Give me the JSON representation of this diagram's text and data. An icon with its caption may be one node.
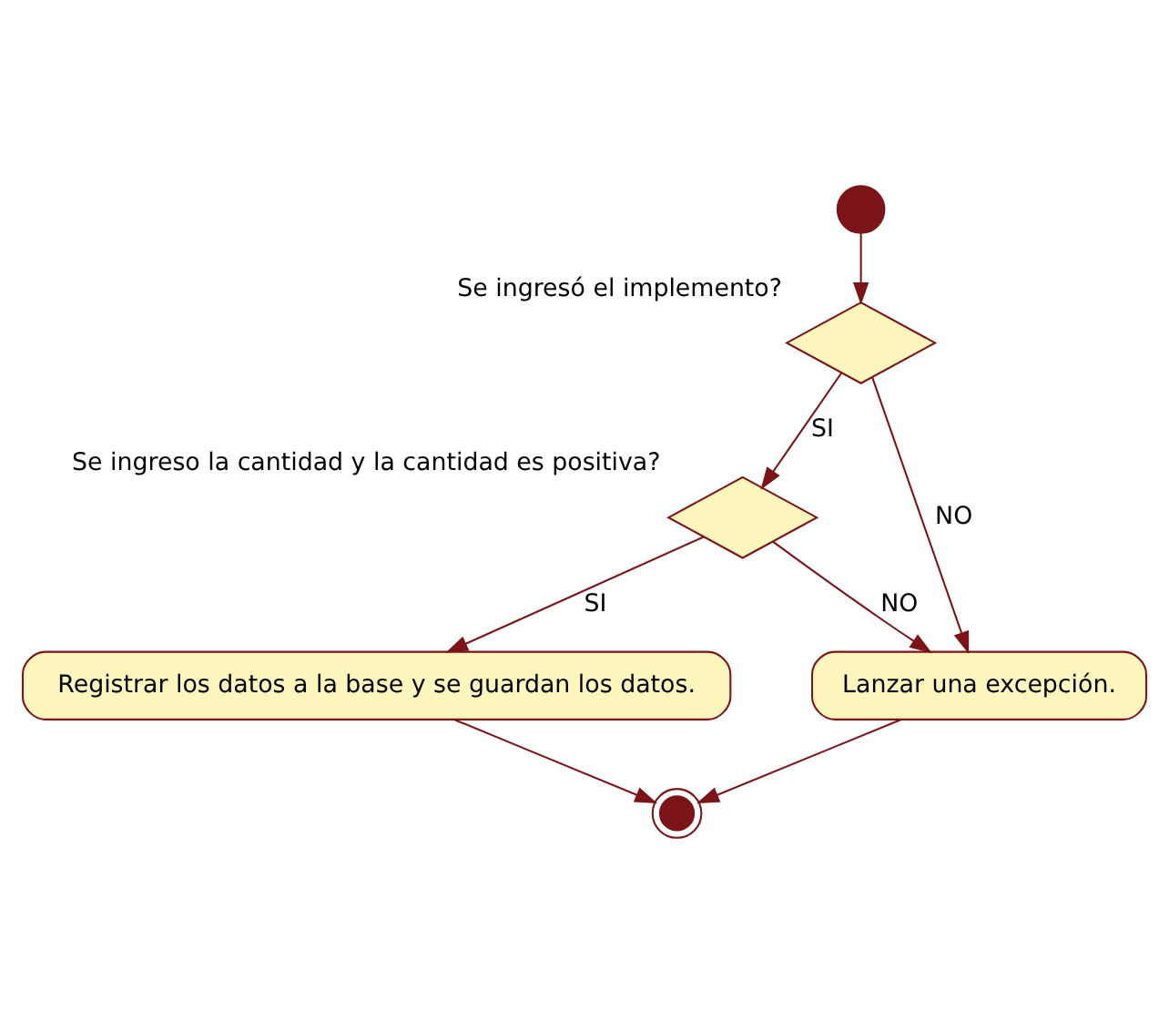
{
  "diagram": {
    "nodes": [
      {
        "text": [],
        "shape": "circle"
      },
      {
        "text": [],
        "shape": "diamond",
        "beside": [
          "Se ingresó el implemento?"
        ]
      },
      {
        "text": [],
        "shape": "diamond",
        "beside": [
          "Se ingreso la cantidad y la cantidad es positiva?"
        ]
      },
      {
        "text": [
          "Lanzar una excepción."
        ]
      },
      {
        "text": [
          "Registrar los datos a la base y se guardan los datos."
        ]
      },
      {
        "text": [],
        "shape": "circle"
      }
    ],
    "edges": [
      {
        "from": 0,
        "to": 1,
        "arrow": "to"
      },
      {
        "from": 1,
        "to": 3,
        "arrow": "to",
        "label": "NO"
      },
      {
        "from": 1,
        "to": 2,
        "arrow": "to",
        "label": "SI"
      },
      {
        "from": 2,
        "to": 3,
        "arrow": "to",
        "label": "NO"
      },
      {
        "from": 2,
        "to": 4,
        "arrow": "to",
        "label": "SI"
      },
      {
        "from": 4,
        "to": 5,
        "arrow": "to"
      },
      {
        "from": 3,
        "to": 5,
        "arrow": "to"
      }
    ]
  }
}
